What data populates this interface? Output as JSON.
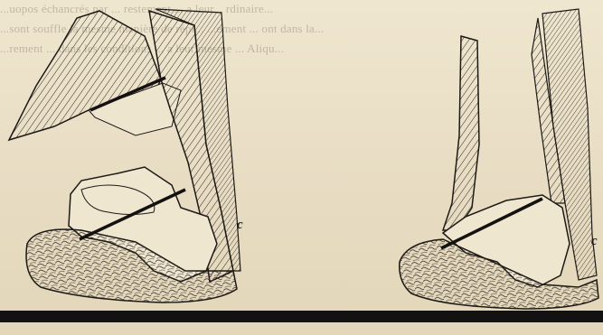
{
  "figure": {
    "labels": {
      "left_c": "c",
      "right_c": "c"
    },
    "bleed_through_text": [
      "...uopos échancrés par ... restement ... a leur... rdinaire...",
      "...sont souffle la mesme manière de répl... ...ement ... ont dans la...",
      "...rement ... dans les conditions ... a leur mesme ... Aliqu..."
    ]
  },
  "colors": {
    "paper": "#e9dfc7",
    "ink": "#1d1915",
    "ground": "#141210"
  }
}
